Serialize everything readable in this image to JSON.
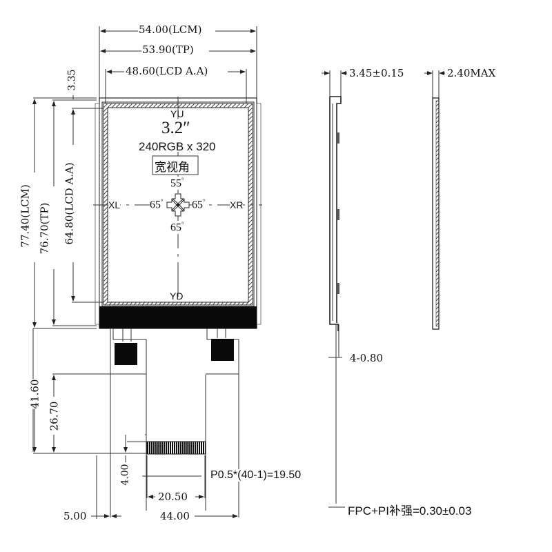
{
  "drawing": {
    "front_view": {
      "width_dims": {
        "lcm": "54.00(LCM)",
        "tp": "53.90(TP)",
        "lcd_aa": "48.60(LCD A.A)"
      },
      "height_dims": {
        "lcm": "77.40(LCM)",
        "tp": "76.70(TP)",
        "lcd_aa": "64.80(LCD A.A)",
        "top_offset": "3.35"
      },
      "screen": {
        "size": "3.2″",
        "resolution": "240RGB x 320",
        "viewing_angle_label": "宽视角",
        "top_label": "YU",
        "bottom_label": "YD",
        "left_label": "XL",
        "right_label": "XR",
        "angle_top": "55",
        "angle_left": "65",
        "angle_right": "65",
        "angle_bottom": "65",
        "degree_mark": "°"
      }
    },
    "fpc": {
      "total_length": "41.60",
      "tail_length": "26.70",
      "pad_height": "4.00",
      "offset_left": "5.00",
      "width": "44.00",
      "pad_span": "20.50",
      "pitch_formula": "P0.5*(40-1)=19.50"
    },
    "side_views": {
      "thickness_lcm": "3.45±0.15",
      "thickness_tp": "2.40MAX",
      "fpc_offset": "4-0.80",
      "fpc_stiffener": "FPC+PI补强=0.30±0.03"
    }
  }
}
